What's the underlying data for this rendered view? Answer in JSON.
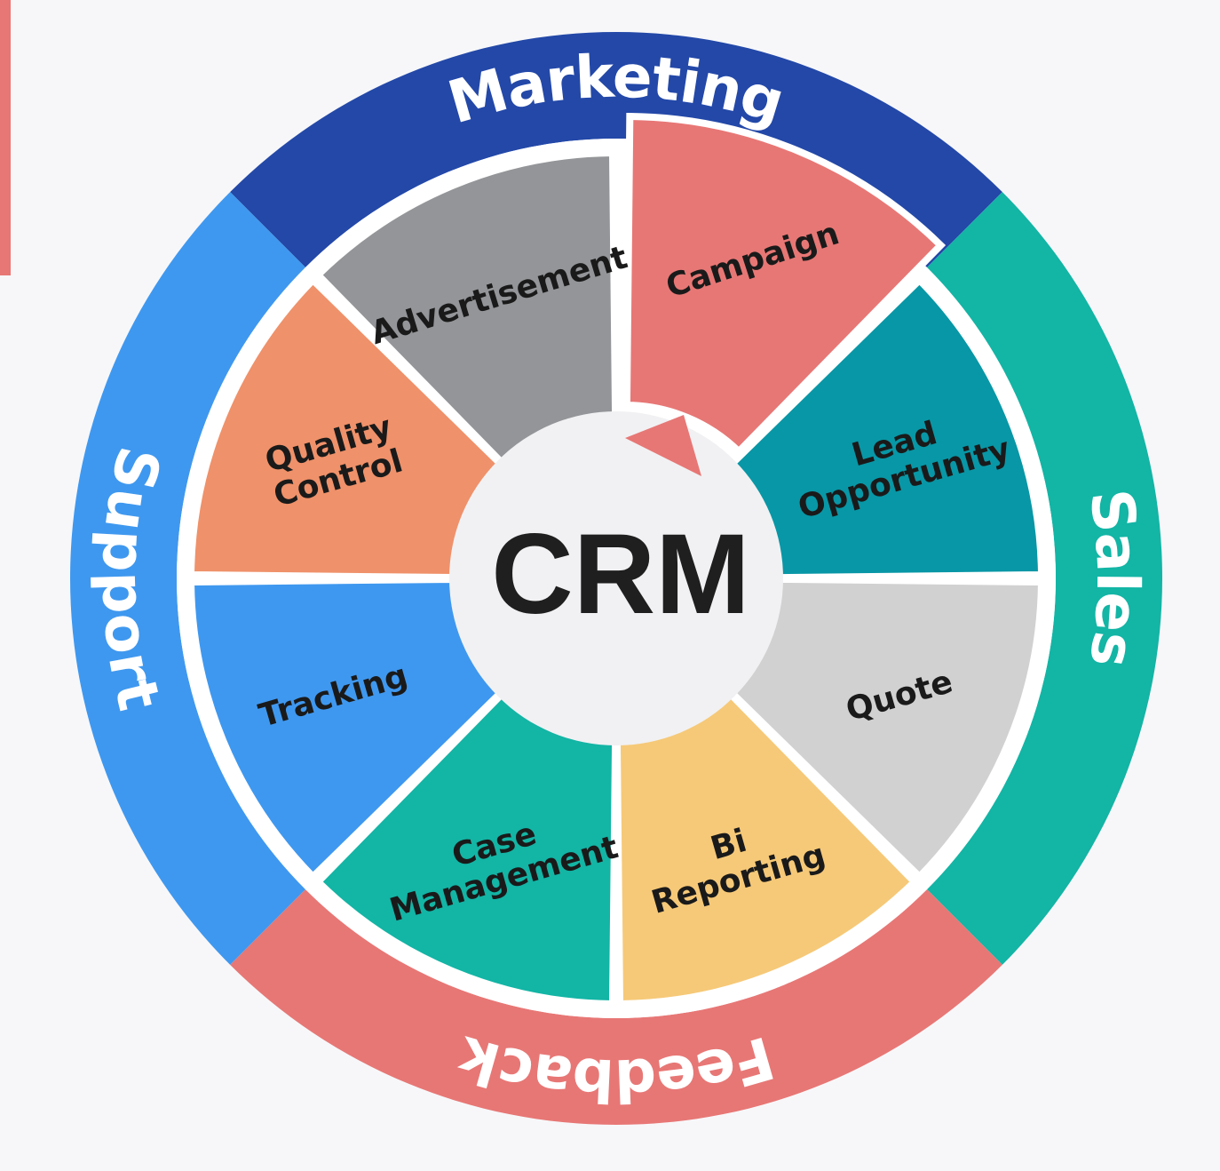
{
  "center": {
    "label": "CRM"
  },
  "accent_color": "#e77775",
  "ring": [
    {
      "label": "Marketing",
      "color": "#2348a8",
      "text_flip": false
    },
    {
      "label": "Sales",
      "color": "#13b5a5",
      "text_flip": false
    },
    {
      "label": "Feedback",
      "color": "#e77775",
      "text_flip": false
    },
    {
      "label": "Support",
      "color": "#3f98ef",
      "text_flip": false
    }
  ],
  "segments": [
    {
      "lines": [
        "Campaign"
      ],
      "color": "#e77775",
      "highlighted": true
    },
    {
      "lines": [
        "Lead",
        "Opportunity"
      ],
      "color": "#0897a6"
    },
    {
      "lines": [
        "Quote"
      ],
      "color": "#d0d1d0"
    },
    {
      "lines": [
        "Bi",
        "Reporting"
      ],
      "color": "#f6c978"
    },
    {
      "lines": [
        "Case",
        "Management"
      ],
      "color": "#13b5a5"
    },
    {
      "lines": [
        "Tracking"
      ],
      "color": "#3f98ef"
    },
    {
      "lines": [
        "Quality",
        "Control"
      ],
      "color": "#ef916a"
    },
    {
      "lines": [
        "Advertisement"
      ],
      "color": "#939598"
    }
  ]
}
